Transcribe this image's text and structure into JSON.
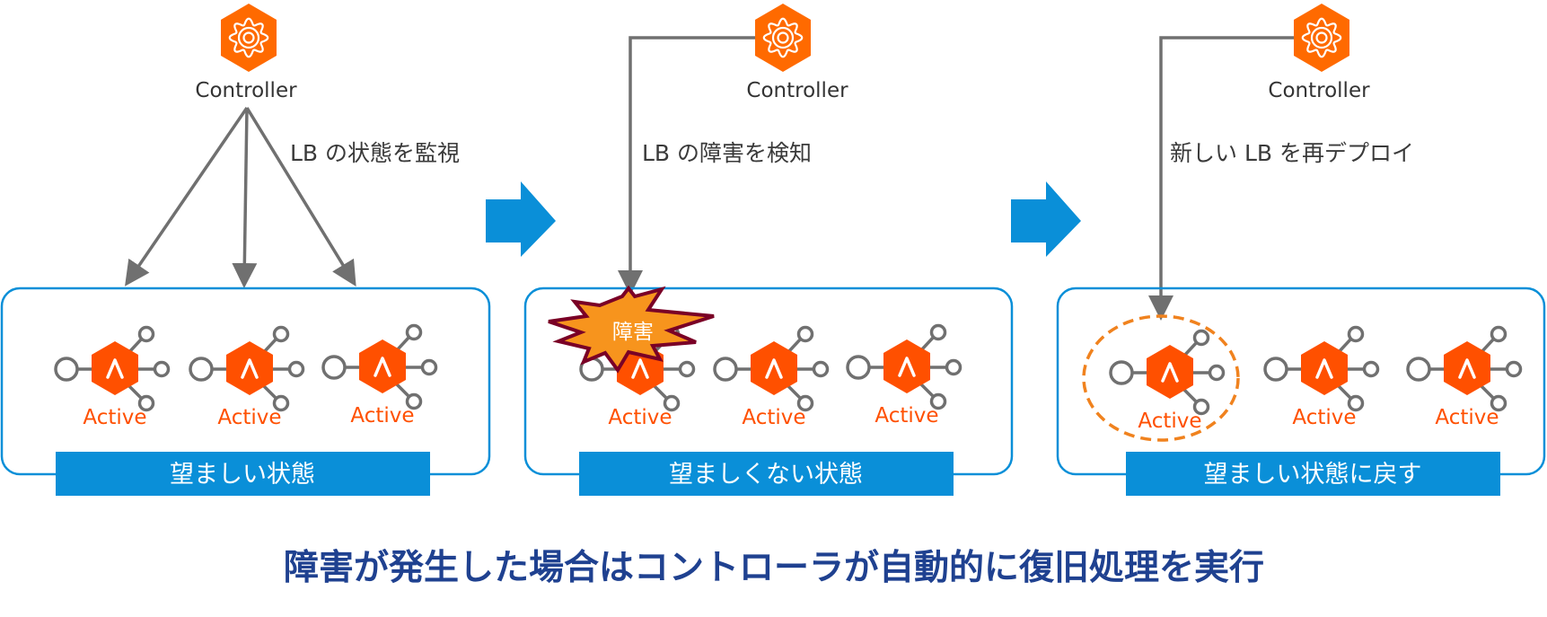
{
  "colors": {
    "controller_orange": "#ff6a00",
    "lb_orange": "#ff5000",
    "panel_border": "#0a8fd8",
    "banner_blue": "#0a8fd8",
    "connector_gray": "#707070",
    "burst_fill": "#f7941d",
    "burst_stroke": "#7a0026",
    "dashed_highlight": "#f0821e",
    "title_blue": "#1f4190",
    "flow_arrow": "#0a8fd8"
  },
  "panels": [
    {
      "controller_label": "Controller",
      "controller_icon": "gear-icon",
      "action_label": "LB の状態を監視",
      "banner": "望ましい状態",
      "nodes": [
        {
          "icon": "load-balancer-icon",
          "status": "Active"
        },
        {
          "icon": "load-balancer-icon",
          "status": "Active"
        },
        {
          "icon": "load-balancer-icon",
          "status": "Active"
        }
      ]
    },
    {
      "controller_label": "Controller",
      "controller_icon": "gear-icon",
      "action_label": "LB の障害を検知",
      "banner": "望ましくない状態",
      "failure_badge": "障害",
      "nodes": [
        {
          "icon": "load-balancer-icon",
          "status": "Active"
        },
        {
          "icon": "load-balancer-icon",
          "status": "Active"
        },
        {
          "icon": "load-balancer-icon",
          "status": "Active"
        }
      ]
    },
    {
      "controller_label": "Controller",
      "controller_icon": "gear-icon",
      "action_label": "新しい LB を再デプロイ",
      "banner": "望ましい状態に戻す",
      "nodes": [
        {
          "icon": "load-balancer-icon",
          "status": "Active",
          "highlighted": true
        },
        {
          "icon": "load-balancer-icon",
          "status": "Active"
        },
        {
          "icon": "load-balancer-icon",
          "status": "Active"
        }
      ]
    }
  ],
  "flow_arrows": [
    "arrow-right-icon",
    "arrow-right-icon"
  ],
  "footer_title": "障害が発生した場合はコントローラが自動的に復旧処理を実行"
}
